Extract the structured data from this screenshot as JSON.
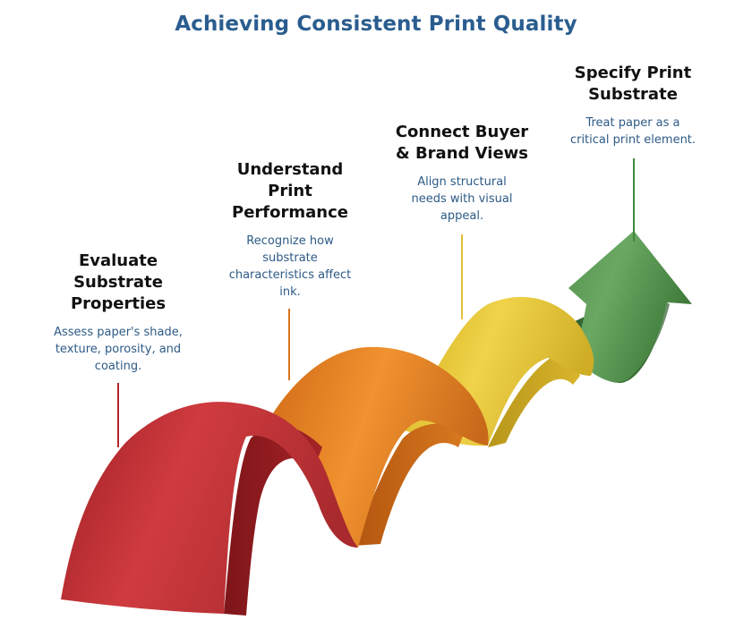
{
  "title": "Achieving Consistent Print Quality",
  "colors": {
    "title": "#2a5d8f",
    "description": "#2d5a86",
    "step1": "#c8353a",
    "step2": "#e6842a",
    "step3": "#e8c93a",
    "step4": "#5e9e58"
  },
  "steps": [
    {
      "heading": [
        "Evaluate",
        "Substrate",
        "Properties"
      ],
      "description": [
        "Assess paper's shade,",
        "texture, porosity, and",
        "coating."
      ]
    },
    {
      "heading": [
        "Understand",
        "Print",
        "Performance"
      ],
      "description": [
        "Recognize how",
        "substrate",
        "characteristics affect",
        "ink."
      ]
    },
    {
      "heading": [
        "Connect Buyer",
        "& Brand Views"
      ],
      "description": [
        "Align structural",
        "needs with visual",
        "appeal."
      ]
    },
    {
      "heading": [
        "Specify Print",
        "Substrate"
      ],
      "description": [
        "Treat paper as a",
        "critical print element."
      ]
    }
  ]
}
